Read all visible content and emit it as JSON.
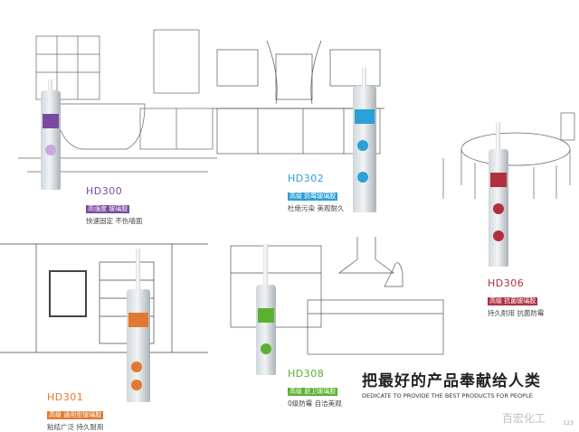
{
  "products": [
    {
      "code": "HD300",
      "sub": "高强度 玻璃胶",
      "feature": "快速固定 不伤墙面",
      "color": "#7a4aa0"
    },
    {
      "code": "HD302",
      "sub": "高级 防霉玻璃胶",
      "feature": "杜绝污染 美观耐久",
      "color": "#2aa0d8"
    },
    {
      "code": "HD306",
      "sub": "高级 抗菌玻璃胶",
      "feature": "持久耐用 抗菌防霉",
      "color": "#b03040"
    },
    {
      "code": "HD301",
      "sub": "高级 通用型玻璃胶",
      "feature": "粘结广泛 持久耐用",
      "color": "#e07a30"
    },
    {
      "code": "HD308",
      "sub": "高级 厨卫玻璃胶",
      "feature": "0级防霉 自洁美观",
      "color": "#5cb030"
    }
  ],
  "slogan": {
    "cn": "把最好的产品奉献给人类",
    "en": "DEDICATE TO PROVIDE THE BEST PRODUCTS FOR PEOPLE"
  },
  "watermark": "百宏化工",
  "page_number": "123"
}
